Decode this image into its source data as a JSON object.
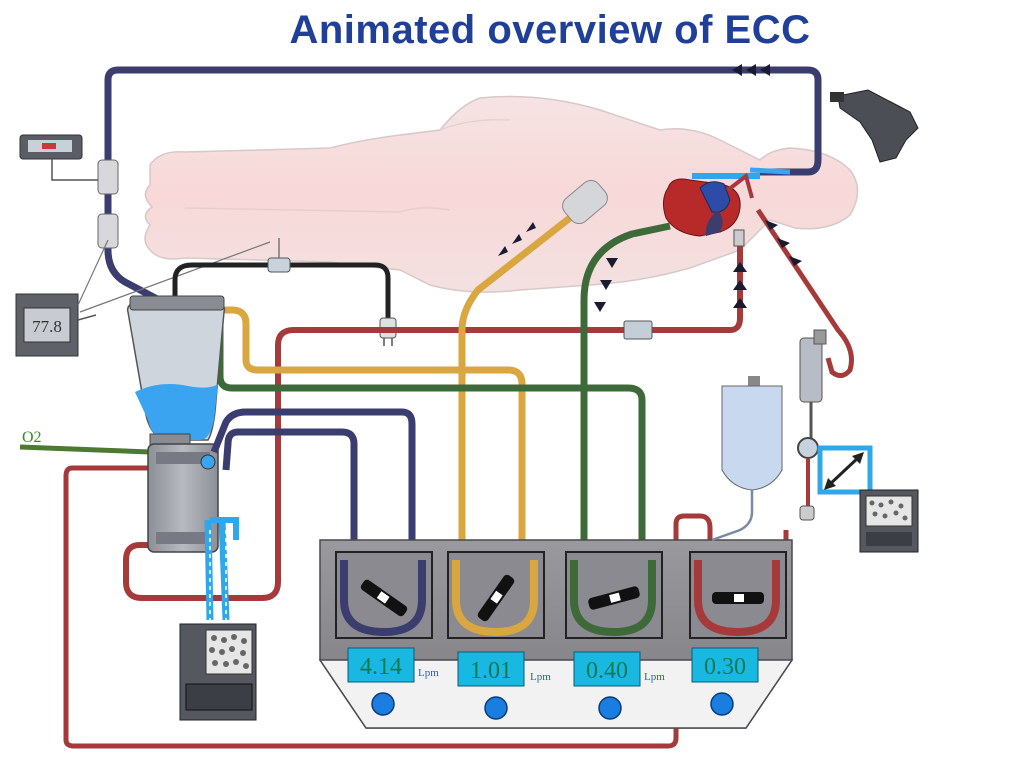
{
  "title": "Animated overview of ECC",
  "gas_label": "O2",
  "temperature_display": "77.8",
  "pumps": [
    {
      "flow": "4.14",
      "unit": "Lpm",
      "tubing_color": "#3a3d6e"
    },
    {
      "flow": "1.01",
      "unit": "Lpm",
      "tubing_color": "#d9a640"
    },
    {
      "flow": "0.40",
      "unit": "Lpm",
      "tubing_color": "#3e6a3a"
    },
    {
      "flow": "0.30",
      "unit": "",
      "tubing_color": "#a63a3a"
    }
  ],
  "colors": {
    "venous_line": "#3a3d6e",
    "arterial_line": "#a63a3a",
    "sucker_line": "#d9a640",
    "vent_line": "#3e6a3a",
    "gas_line": "#4c7a2e",
    "water_line": "#30a7e8",
    "reservoir_blood": "#3aa4f0",
    "pump_console": "#8c8c90",
    "display_bg": "#19b8e0",
    "display_text": "#0a7a55"
  },
  "icons": [
    "heart-icon",
    "person-silhouette",
    "oxygenator-icon",
    "reservoir-icon",
    "roller-pump-icon",
    "saline-bag-icon",
    "hemofilter-icon",
    "heater-cooler-icon",
    "ultrasound-probe-icon",
    "pressure-monitor-icon",
    "temperature-monitor-icon"
  ]
}
